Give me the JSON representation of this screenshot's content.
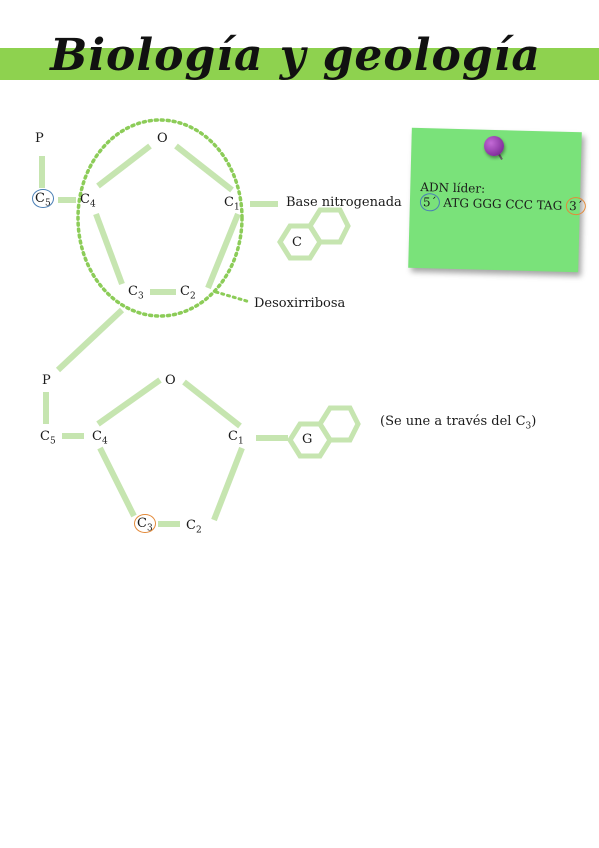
{
  "title": "Biología y geología",
  "nucleotide_top": {
    "p": "P",
    "o": "O",
    "c5": "C",
    "c5_sub": "5",
    "c4": "C",
    "c4_sub": "4",
    "c1": "C",
    "c1_sub": "1",
    "c3": "C",
    "c3_sub": "3",
    "c2": "C",
    "c2_sub": "2",
    "base_label": "Base nitrogenada",
    "base_letter": "C",
    "sugar_label": "Desoxirribosa"
  },
  "nucleotide_bottom": {
    "p": "P",
    "o": "O",
    "c5": "C",
    "c5_sub": "5",
    "c4": "C",
    "c4_sub": "4",
    "c1": "C",
    "c1_sub": "1",
    "c3": "C",
    "c3_sub": "3",
    "c2": "C",
    "c2_sub": "2",
    "base_letter": "G",
    "note_prefix": "(Se une a través del C",
    "note_sub": "3",
    "note_suffix": ")"
  },
  "sticky_note": {
    "heading": "ADN líder:",
    "five_prime": "5´",
    "sequence": "ATG GGG CCC TAG",
    "three_prime": "3´"
  },
  "colors": {
    "banner": "#8ed24f",
    "bond": "#c6e5b0",
    "dotted": "#8ccc58",
    "note": "#7ae27a",
    "pin": "#7a2a96",
    "circle_blue": "#4a7fb5",
    "circle_orange": "#e38a3a"
  },
  "icons": {
    "pin": "push-pin-icon"
  }
}
